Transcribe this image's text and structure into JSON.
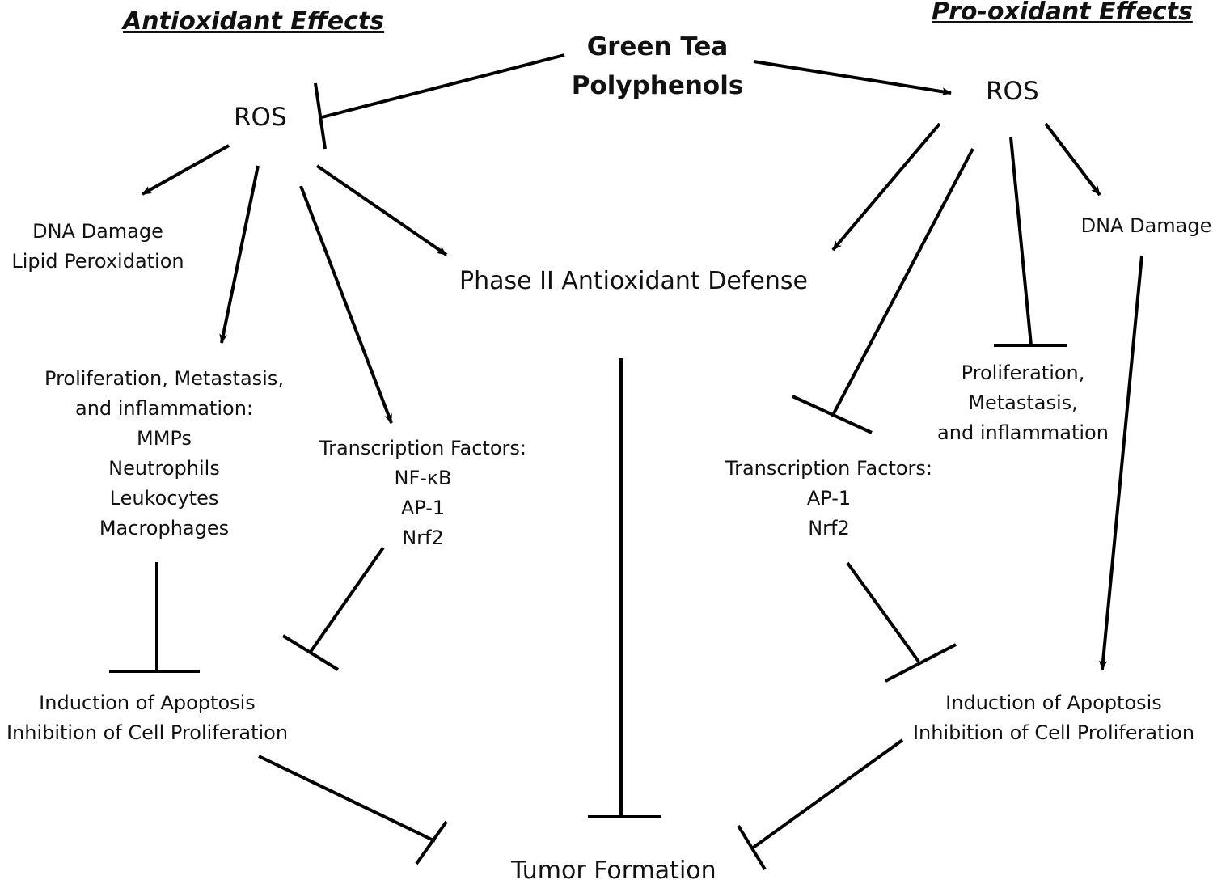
{
  "headings": {
    "antioxidant": "Antioxidant Effects",
    "prooxidant": "Pro-oxidant Effects"
  },
  "top": {
    "line1": "Green Tea",
    "line2": "Polyphenols"
  },
  "ros_left": "ROS",
  "ros_right": "ROS",
  "phase2": "Phase II Antioxidant Defense",
  "tumor": "Tumor Formation",
  "left": {
    "damage": [
      "DNA Damage",
      "Lipid Peroxidation"
    ],
    "prolif": [
      "Proliferation, Metastasis,",
      "and inflammation:",
      "MMPs",
      "Neutrophils",
      "Leukocytes",
      "Macrophages"
    ],
    "tf": [
      "Transcription Factors:",
      "NF-κB",
      "AP-1",
      "Nrf2"
    ],
    "outcome": [
      "Induction of Apoptosis",
      "Inhibition of Cell Proliferation"
    ]
  },
  "right": {
    "damage": "DNA Damage",
    "prolif": [
      "Proliferation,",
      "Metastasis,",
      "and inflammation"
    ],
    "tf": [
      "Transcription Factors:",
      "AP-1",
      "Nrf2"
    ],
    "outcome": [
      "Induction of Apoptosis",
      "Inhibition of Cell Proliferation"
    ]
  }
}
